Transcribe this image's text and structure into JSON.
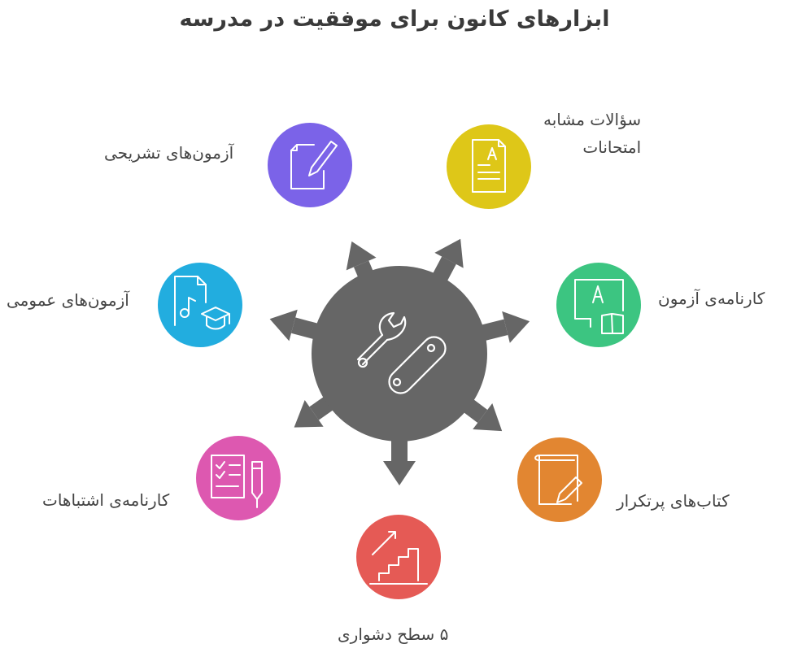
{
  "title": "ابزارهای کانون برای موفقیت در مدرسه",
  "center": {
    "icon": "tools-icon",
    "color": "#666666"
  },
  "items": [
    {
      "label": "آزمون‌های تشریحی",
      "icon": "pen-paper-icon",
      "color": "#7B63E8"
    },
    {
      "label_line1": "سؤالات مشابه",
      "label_line2": "امتحانات",
      "icon": "document-a-icon",
      "color": "#DEC718"
    },
    {
      "label": "کارنامه‌ی آزمون",
      "icon": "monitor-book-icon",
      "color": "#3CC581"
    },
    {
      "label": "کتاب‌های پرتکرار",
      "icon": "book-pencil-icon",
      "color": "#E28631"
    },
    {
      "label": "۵ سطح دشواری",
      "icon": "stairs-arrow-icon",
      "color": "#E55A55"
    },
    {
      "label": "کارنامه‌ی اشتباهات",
      "icon": "checklist-pen-icon",
      "color": "#DD58B0"
    },
    {
      "label": "آزمون‌های عمومی",
      "icon": "music-grad-icon",
      "color": "#22ADDF"
    }
  ]
}
